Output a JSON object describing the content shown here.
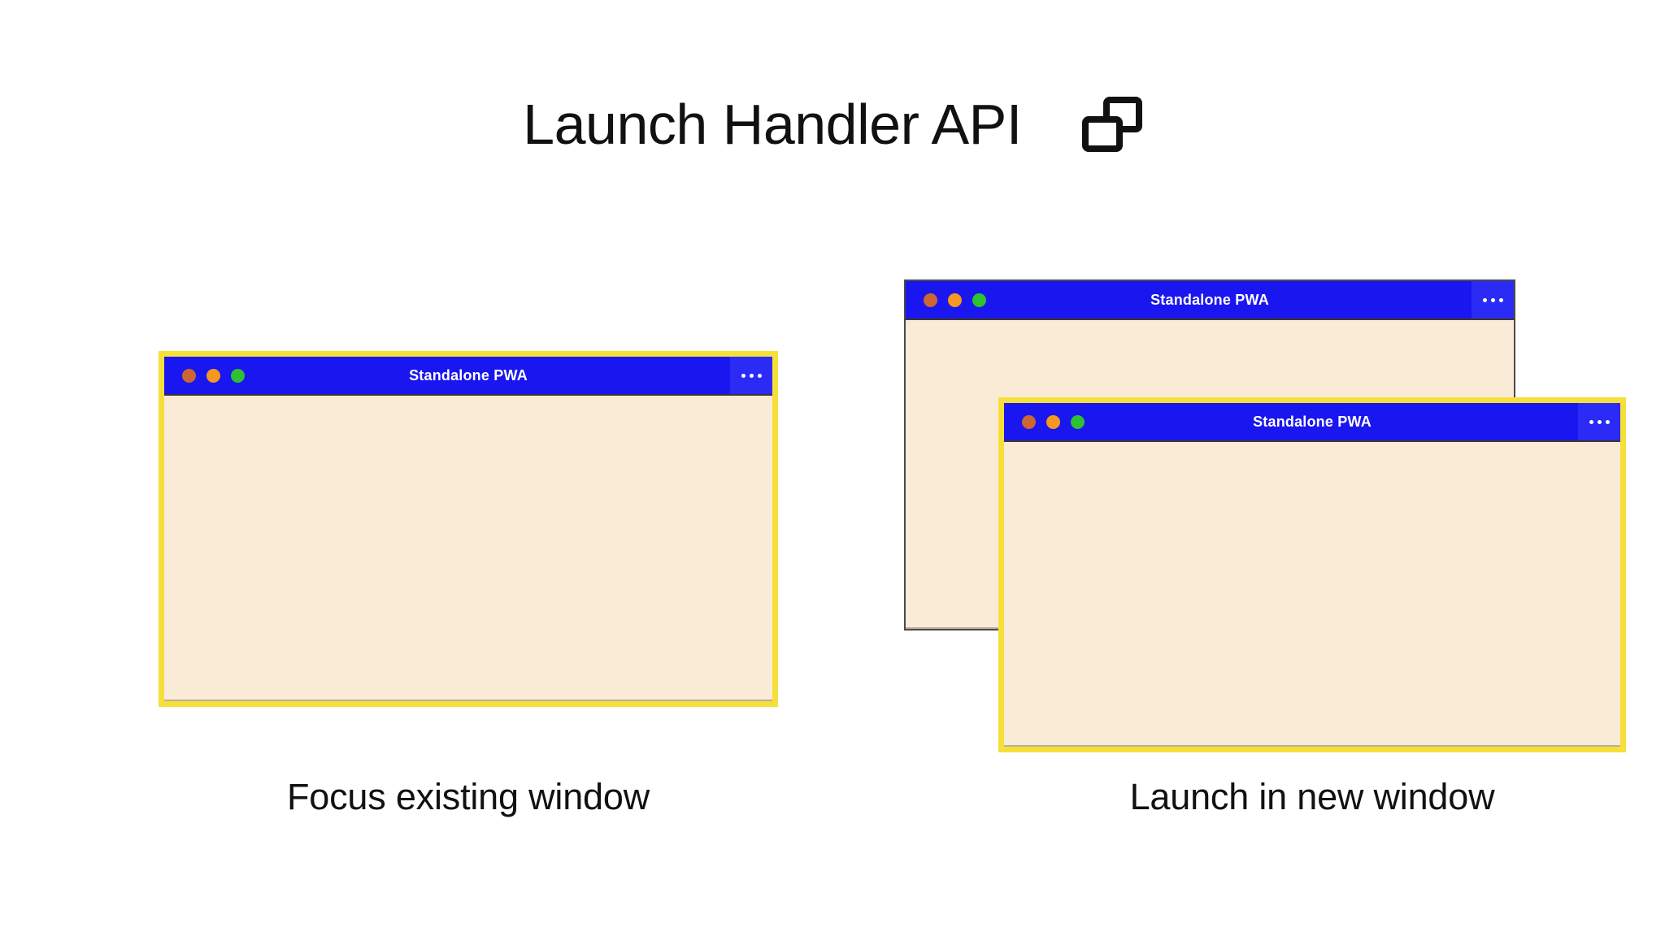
{
  "header": {
    "title": "Launch Handler API",
    "icon": "multi-window-icon"
  },
  "colors": {
    "page_background": "#ffffff",
    "title_text": "#111111",
    "window_titlebar_blue": "#1a16f0",
    "window_menu_blue": "#2b2bf5",
    "window_content_cream": "#faebd7",
    "highlight_border_yellow": "#f7df3a",
    "plain_border_gray": "#4a4a48",
    "traffic_close": "#cc6633",
    "traffic_minimize": "#f59820",
    "traffic_maximize": "#2ec232"
  },
  "scenarios": [
    {
      "id": "focus-existing",
      "caption": "Focus existing window",
      "window": {
        "title": "Standalone PWA",
        "menu_label": "…",
        "highlighted": true,
        "traffic_lights": [
          "close",
          "minimize",
          "maximize"
        ]
      }
    },
    {
      "id": "launch-new",
      "caption": "Launch in new window",
      "background_window": {
        "title": "Standalone PWA",
        "menu_label": "…",
        "highlighted": false,
        "traffic_lights": [
          "close",
          "minimize",
          "maximize"
        ]
      },
      "window": {
        "title": "Standalone PWA",
        "menu_label": "…",
        "highlighted": true,
        "traffic_lights": [
          "close",
          "minimize",
          "maximize"
        ]
      }
    }
  ]
}
